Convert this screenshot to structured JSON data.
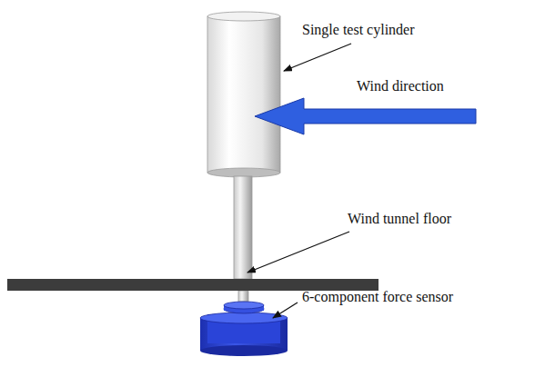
{
  "diagram": {
    "labels": [
      "Single test cylinder",
      "Wind direction",
      "Wind tunnel floor",
      "6-component force sensor"
    ]
  }
}
